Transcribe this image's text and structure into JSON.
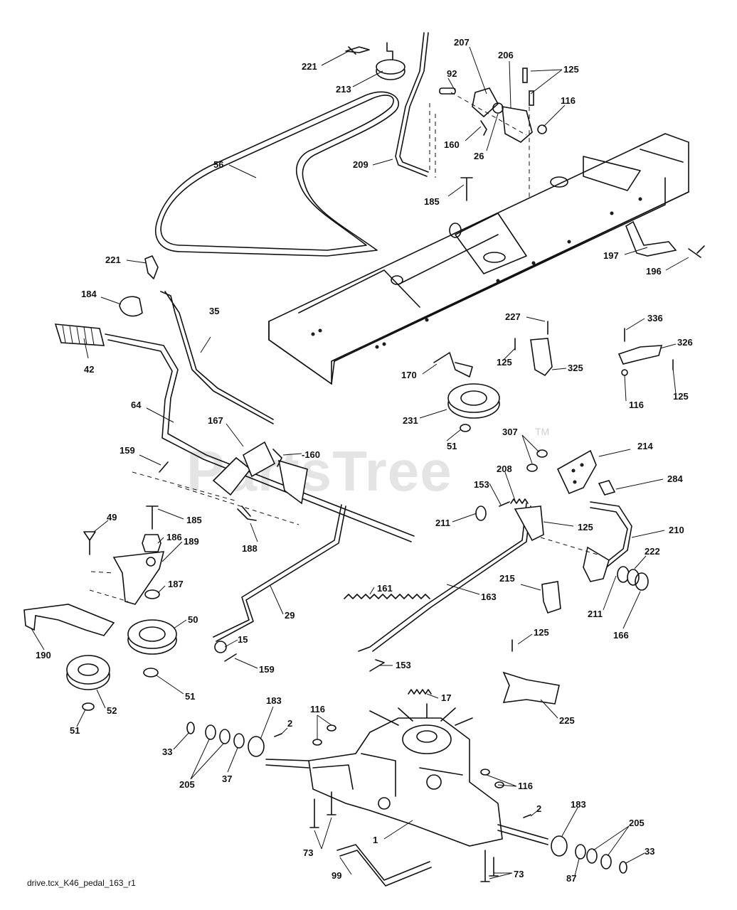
{
  "watermark": {
    "brand": "PartsTree",
    "trademark": "TM"
  },
  "footer": {
    "drawing_id": "drive.tcx_K46_pedal_163_r1"
  },
  "callouts": {
    "c221a": "221",
    "c213": "213",
    "c207": "207",
    "c206": "206",
    "c125a": "125",
    "c92": "92",
    "c116a": "116",
    "c160a": "160",
    "c26": "26",
    "c209": "209",
    "c185a": "185",
    "c56": "56",
    "c221b": "221",
    "c197": "197",
    "c196": "196",
    "c184": "184",
    "c35": "35",
    "c42": "42",
    "c227": "227",
    "c125b": "125",
    "c325": "325",
    "c336": "336",
    "c326": "326",
    "c125c": "125",
    "c116b": "116",
    "c170": "170",
    "c231": "231",
    "c51a": "51",
    "c64": "64",
    "c167": "167",
    "c160b": "-160",
    "c159a": "159",
    "c307": "307",
    "c214": "214",
    "c284": "284",
    "c208": "208",
    "c153a": "153",
    "c211a": "211",
    "c125d": "125",
    "c210": "210",
    "c49": "49",
    "c185b": "185",
    "c186": "186",
    "c188": "188",
    "c189": "189",
    "c187": "187",
    "c222": "222",
    "c161": "161",
    "c215": "215",
    "c163": "163",
    "c211b": "211",
    "c166": "166",
    "c50": "50",
    "c29": "29",
    "c190": "190",
    "c15": "15",
    "c159b": "159",
    "c125e": "125",
    "c153b": "153",
    "c51b": "51",
    "c52": "52",
    "c17": "17",
    "c225": "225",
    "c51c": "51",
    "c183a": "183",
    "c116c": "116",
    "c2a": "2",
    "c33a": "33",
    "c205a": "205",
    "c37a": "37",
    "c116d": "116",
    "c2b": "2",
    "c183b": "183",
    "c205b": "205",
    "c73a": "73",
    "c1": "1",
    "c33b": "33",
    "c99": "99",
    "c87": "87",
    "c73b": "73"
  }
}
